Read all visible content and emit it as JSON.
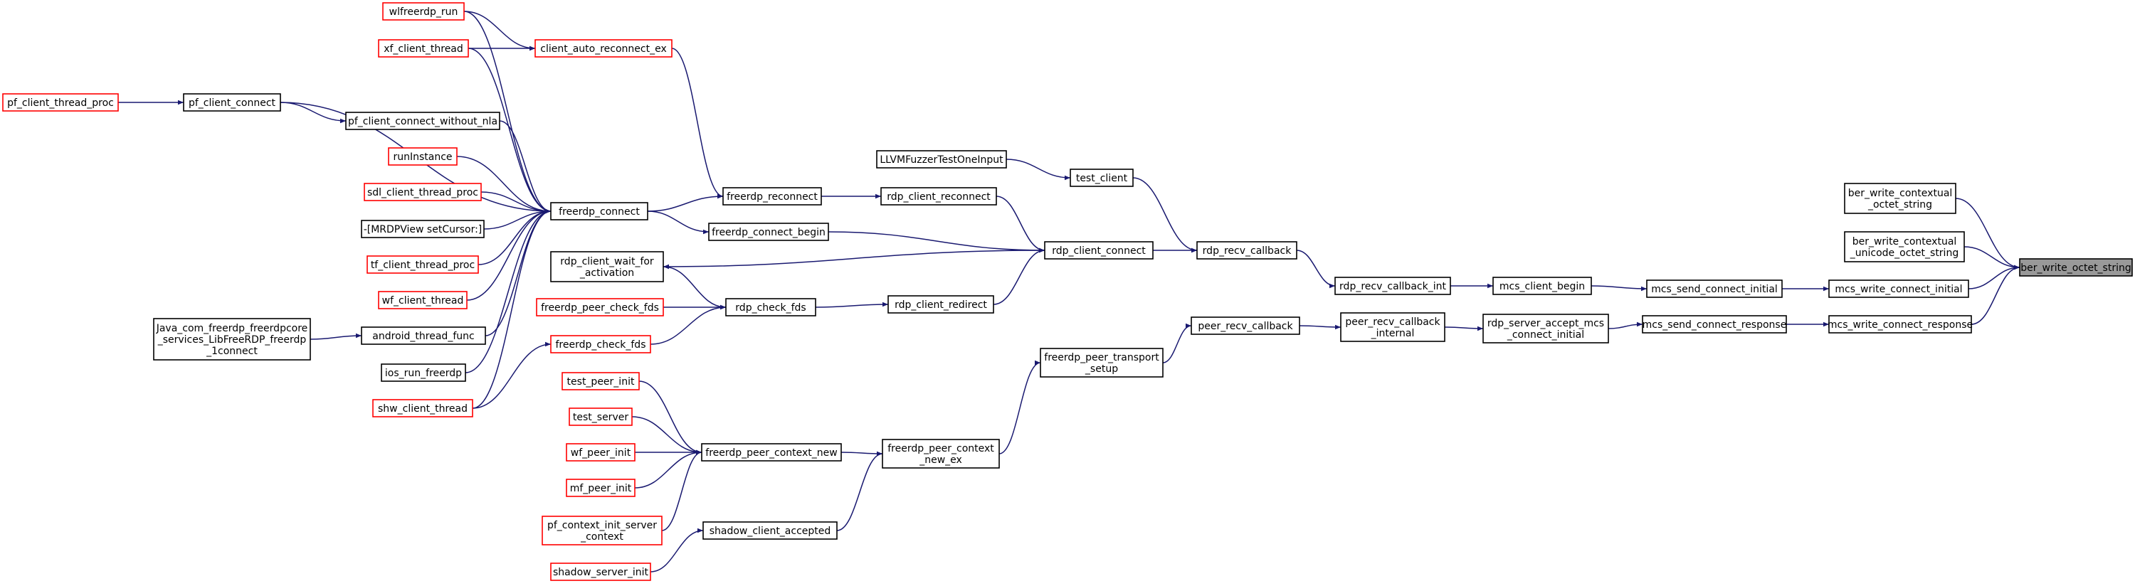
{
  "colors": {
    "edge": "#191970",
    "normal_border": "#000000",
    "truncated_border": "#ff0000",
    "focus_fill": "#999999",
    "background": "#ffffff"
  },
  "nodes": {
    "ber_write_octet_string": {
      "lines": [
        "ber_write_octet_string"
      ],
      "style": "focus"
    },
    "ber_write_contextual_octet_string": {
      "lines": [
        "ber_write_contextual",
        "_octet_string"
      ],
      "style": "normal"
    },
    "ber_write_contextual_unicode_octet_string": {
      "lines": [
        "ber_write_contextual",
        "_unicode_octet_string"
      ],
      "style": "normal"
    },
    "mcs_write_connect_initial": {
      "lines": [
        "mcs_write_connect_initial"
      ],
      "style": "normal"
    },
    "mcs_write_connect_response": {
      "lines": [
        "mcs_write_connect_response"
      ],
      "style": "normal"
    },
    "mcs_send_connect_initial": {
      "lines": [
        "mcs_send_connect_initial"
      ],
      "style": "normal"
    },
    "mcs_send_connect_response": {
      "lines": [
        "mcs_send_connect_response"
      ],
      "style": "normal"
    },
    "mcs_client_begin": {
      "lines": [
        "mcs_client_begin"
      ],
      "style": "normal"
    },
    "rdp_server_accept_mcs_connect_initial": {
      "lines": [
        "rdp_server_accept_mcs",
        "_connect_initial"
      ],
      "style": "normal"
    },
    "rdp_recv_callback_int": {
      "lines": [
        "rdp_recv_callback_int"
      ],
      "style": "normal"
    },
    "peer_recv_callback_internal": {
      "lines": [
        "peer_recv_callback",
        "_internal"
      ],
      "style": "normal"
    },
    "rdp_recv_callback": {
      "lines": [
        "rdp_recv_callback"
      ],
      "style": "normal"
    },
    "peer_recv_callback": {
      "lines": [
        "peer_recv_callback"
      ],
      "style": "normal"
    },
    "test_client": {
      "lines": [
        "test_client"
      ],
      "style": "normal"
    },
    "rdp_client_connect": {
      "lines": [
        "rdp_client_connect"
      ],
      "style": "normal"
    },
    "freerdp_peer_transport_setup": {
      "lines": [
        "freerdp_peer_transport",
        "_setup"
      ],
      "style": "normal"
    },
    "LLVMFuzzerTestOneInput": {
      "lines": [
        "LLVMFuzzerTestOneInput"
      ],
      "style": "normal"
    },
    "rdp_client_reconnect": {
      "lines": [
        "rdp_client_reconnect"
      ],
      "style": "normal"
    },
    "rdp_client_redirect": {
      "lines": [
        "rdp_client_redirect"
      ],
      "style": "normal"
    },
    "freerdp_peer_context_new_ex": {
      "lines": [
        "freerdp_peer_context",
        "_new_ex"
      ],
      "style": "normal"
    },
    "freerdp_reconnect": {
      "lines": [
        "freerdp_reconnect"
      ],
      "style": "normal"
    },
    "freerdp_connect_begin": {
      "lines": [
        "freerdp_connect_begin"
      ],
      "style": "normal"
    },
    "rdp_check_fds": {
      "lines": [
        "rdp_check_fds"
      ],
      "style": "normal"
    },
    "freerdp_peer_context_new": {
      "lines": [
        "freerdp_peer_context_new"
      ],
      "style": "normal"
    },
    "shadow_client_accepted": {
      "lines": [
        "shadow_client_accepted"
      ],
      "style": "normal"
    },
    "client_auto_reconnect_ex": {
      "lines": [
        "client_auto_reconnect_ex"
      ],
      "style": "truncated"
    },
    "freerdp_connect": {
      "lines": [
        "freerdp_connect"
      ],
      "style": "normal"
    },
    "rdp_client_wait_for_activation": {
      "lines": [
        "rdp_client_wait_for",
        "_activation"
      ],
      "style": "normal"
    },
    "freerdp_peer_check_fds": {
      "lines": [
        "freerdp_peer_check_fds"
      ],
      "style": "truncated"
    },
    "freerdp_check_fds": {
      "lines": [
        "freerdp_check_fds"
      ],
      "style": "truncated"
    },
    "test_peer_init": {
      "lines": [
        "test_peer_init"
      ],
      "style": "truncated"
    },
    "test_server": {
      "lines": [
        "test_server"
      ],
      "style": "truncated"
    },
    "wf_peer_init": {
      "lines": [
        "wf_peer_init"
      ],
      "style": "truncated"
    },
    "mf_peer_init": {
      "lines": [
        "mf_peer_init"
      ],
      "style": "truncated"
    },
    "pf_context_init_server_context": {
      "lines": [
        "pf_context_init_server",
        "_context"
      ],
      "style": "truncated"
    },
    "shadow_server_init": {
      "lines": [
        "shadow_server_init"
      ],
      "style": "truncated"
    },
    "wlfreerdp_run": {
      "lines": [
        "wlfreerdp_run"
      ],
      "style": "truncated"
    },
    "xf_client_thread": {
      "lines": [
        "xf_client_thread"
      ],
      "style": "truncated"
    },
    "pf_client_connect": {
      "lines": [
        "pf_client_connect"
      ],
      "style": "normal"
    },
    "pf_client_connect_without_nla": {
      "lines": [
        "pf_client_connect_without_nla"
      ],
      "style": "normal"
    },
    "runInstance": {
      "lines": [
        "runInstance"
      ],
      "style": "truncated"
    },
    "sdl_client_thread_proc": {
      "lines": [
        "sdl_client_thread_proc"
      ],
      "style": "truncated"
    },
    "MRDPView_setCursor": {
      "lines": [
        "-[MRDPView setCursor:]"
      ],
      "style": "normal"
    },
    "tf_client_thread_proc": {
      "lines": [
        "tf_client_thread_proc"
      ],
      "style": "truncated"
    },
    "wf_client_thread": {
      "lines": [
        "wf_client_thread"
      ],
      "style": "truncated"
    },
    "android_thread_func": {
      "lines": [
        "android_thread_func"
      ],
      "style": "normal"
    },
    "ios_run_freerdp": {
      "lines": [
        "ios_run_freerdp"
      ],
      "style": "normal"
    },
    "shw_client_thread": {
      "lines": [
        "shw_client_thread"
      ],
      "style": "truncated"
    },
    "pf_client_thread_proc": {
      "lines": [
        "pf_client_thread_proc"
      ],
      "style": "truncated"
    },
    "Java_com_freerdp": {
      "lines": [
        "Java_com_freerdp_freerdpcore",
        "_services_LibFreeRDP_freerdp",
        "_1connect"
      ],
      "style": "normal"
    }
  },
  "edges": [
    [
      "ber_write_contextual_octet_string",
      "ber_write_octet_string"
    ],
    [
      "ber_write_contextual_unicode_octet_string",
      "ber_write_octet_string"
    ],
    [
      "mcs_write_connect_initial",
      "ber_write_octet_string"
    ],
    [
      "mcs_write_connect_response",
      "ber_write_octet_string"
    ],
    [
      "mcs_send_connect_initial",
      "mcs_write_connect_initial"
    ],
    [
      "mcs_send_connect_response",
      "mcs_write_connect_response"
    ],
    [
      "mcs_client_begin",
      "mcs_send_connect_initial"
    ],
    [
      "rdp_server_accept_mcs_connect_initial",
      "mcs_send_connect_response"
    ],
    [
      "rdp_recv_callback_int",
      "mcs_client_begin"
    ],
    [
      "peer_recv_callback_internal",
      "rdp_server_accept_mcs_connect_initial"
    ],
    [
      "rdp_recv_callback",
      "rdp_recv_callback_int"
    ],
    [
      "peer_recv_callback",
      "peer_recv_callback_internal"
    ],
    [
      "test_client",
      "rdp_recv_callback"
    ],
    [
      "rdp_client_connect",
      "rdp_recv_callback"
    ],
    [
      "freerdp_peer_transport_setup",
      "peer_recv_callback"
    ],
    [
      "LLVMFuzzerTestOneInput",
      "test_client"
    ],
    [
      "rdp_client_reconnect",
      "rdp_client_connect"
    ],
    [
      "rdp_client_redirect",
      "rdp_client_connect"
    ],
    [
      "freerdp_connect_begin",
      "rdp_client_connect"
    ],
    [
      "rdp_client_connect",
      "rdp_client_wait_for_activation"
    ],
    [
      "freerdp_peer_context_new_ex",
      "freerdp_peer_transport_setup"
    ],
    [
      "freerdp_reconnect",
      "rdp_client_reconnect"
    ],
    [
      "rdp_check_fds",
      "rdp_client_redirect"
    ],
    [
      "freerdp_peer_context_new",
      "freerdp_peer_context_new_ex"
    ],
    [
      "shadow_client_accepted",
      "freerdp_peer_context_new_ex"
    ],
    [
      "client_auto_reconnect_ex",
      "freerdp_reconnect"
    ],
    [
      "freerdp_connect",
      "freerdp_reconnect"
    ],
    [
      "freerdp_connect",
      "freerdp_connect_begin"
    ],
    [
      "rdp_check_fds",
      "rdp_client_wait_for_activation"
    ],
    [
      "freerdp_peer_check_fds",
      "rdp_check_fds"
    ],
    [
      "freerdp_check_fds",
      "rdp_check_fds"
    ],
    [
      "test_peer_init",
      "freerdp_peer_context_new"
    ],
    [
      "test_server",
      "freerdp_peer_context_new"
    ],
    [
      "wf_peer_init",
      "freerdp_peer_context_new"
    ],
    [
      "mf_peer_init",
      "freerdp_peer_context_new"
    ],
    [
      "pf_context_init_server_context",
      "freerdp_peer_context_new"
    ],
    [
      "shadow_server_init",
      "shadow_client_accepted"
    ],
    [
      "wlfreerdp_run",
      "client_auto_reconnect_ex"
    ],
    [
      "xf_client_thread",
      "client_auto_reconnect_ex"
    ],
    [
      "wlfreerdp_run",
      "freerdp_connect"
    ],
    [
      "xf_client_thread",
      "freerdp_connect"
    ],
    [
      "pf_client_connect",
      "freerdp_connect"
    ],
    [
      "pf_client_connect_without_nla",
      "freerdp_connect"
    ],
    [
      "runInstance",
      "freerdp_connect"
    ],
    [
      "sdl_client_thread_proc",
      "freerdp_connect"
    ],
    [
      "MRDPView_setCursor",
      "freerdp_connect"
    ],
    [
      "tf_client_thread_proc",
      "freerdp_connect"
    ],
    [
      "wf_client_thread",
      "freerdp_connect"
    ],
    [
      "android_thread_func",
      "freerdp_connect"
    ],
    [
      "ios_run_freerdp",
      "freerdp_connect"
    ],
    [
      "shw_client_thread",
      "freerdp_connect"
    ],
    [
      "shw_client_thread",
      "freerdp_check_fds"
    ],
    [
      "pf_client_connect",
      "pf_client_connect_without_nla"
    ],
    [
      "pf_client_thread_proc",
      "pf_client_connect"
    ],
    [
      "Java_com_freerdp",
      "android_thread_func"
    ]
  ]
}
